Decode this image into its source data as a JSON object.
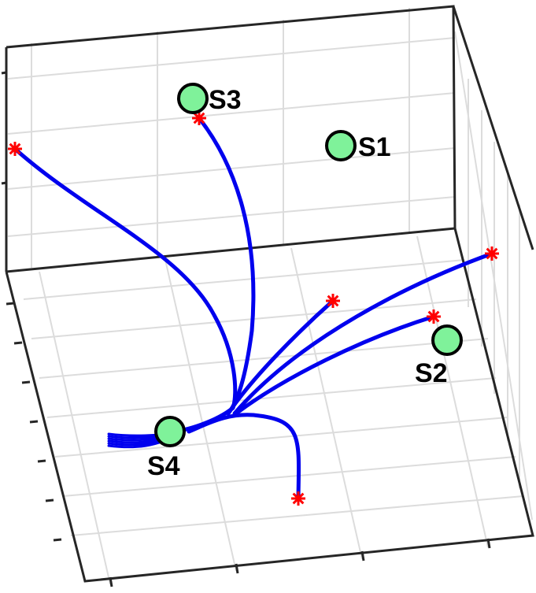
{
  "chart_data": {
    "type": "line",
    "view": "3d-perspective",
    "grid": true,
    "title": "",
    "xlabel": "",
    "ylabel": "",
    "zlabel": "",
    "stations": [
      {
        "label": "S1"
      },
      {
        "label": "S2"
      },
      {
        "label": "S3"
      },
      {
        "label": "S4"
      }
    ],
    "trajectory_count": 6,
    "colors": {
      "trajectory": "#0000ee",
      "start_marker": "#ff0000",
      "station_fill": "#7ff29a",
      "station_edge": "#000000",
      "grid": "#dcdcdc",
      "axes": "#262626"
    }
  }
}
